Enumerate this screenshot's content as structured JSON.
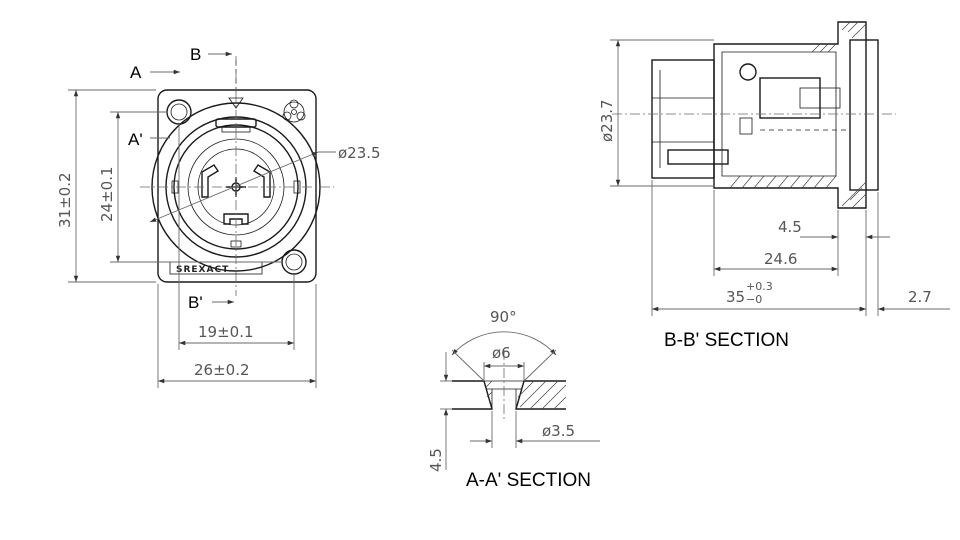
{
  "front_view": {
    "label_a": "A",
    "label_a_prime": "A'",
    "label_b": "B",
    "label_b_prime": "B'",
    "dim_diameter": "ø23.5",
    "dim_height": "31±0.2",
    "dim_inner_height": "24±0.1",
    "dim_hole_spacing": "19±0.1",
    "dim_width": "26±0.2",
    "logo_text": "SREXACT"
  },
  "section_aa": {
    "title": "A-A' SECTION",
    "dim_angle": "90°",
    "dim_counterbore": "ø6",
    "dim_hole": "ø3.5",
    "dim_thickness": "4.5"
  },
  "section_bb": {
    "title": "B-B' SECTION",
    "dim_diameter": "ø23.7",
    "dim_4_5": "4.5",
    "dim_24_6": "24.6",
    "dim_35_base": "35",
    "dim_35_tol_plus": "+0.3",
    "dim_35_tol_minus": "−0",
    "dim_2_7": "2.7"
  },
  "colors": {
    "line": "#1a1a1a",
    "dimension": "#6a6a6a",
    "text": "#555555"
  }
}
